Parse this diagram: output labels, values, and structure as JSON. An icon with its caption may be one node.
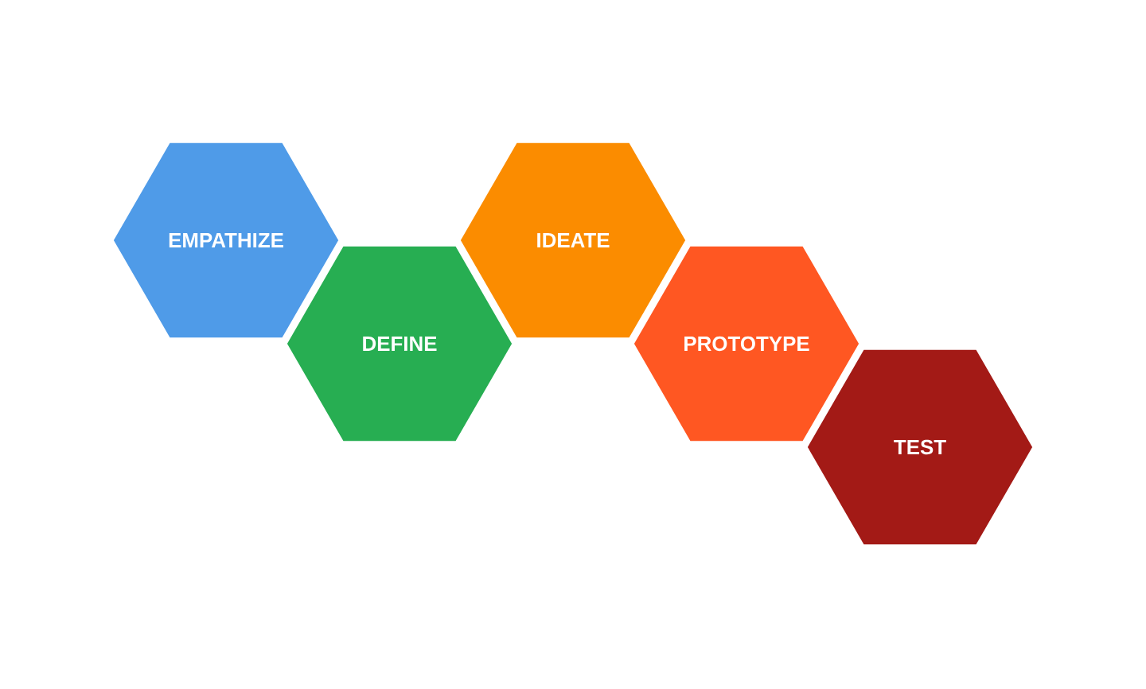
{
  "diagram": {
    "nodes": [
      {
        "text": [
          "EMPATHIZE"
        ]
      },
      {
        "text": [
          "DEFINE"
        ]
      },
      {
        "text": [
          "IDEATE"
        ]
      },
      {
        "text": [
          "PROTOTYPE"
        ]
      },
      {
        "text": [
          "TEST"
        ]
      }
    ]
  }
}
